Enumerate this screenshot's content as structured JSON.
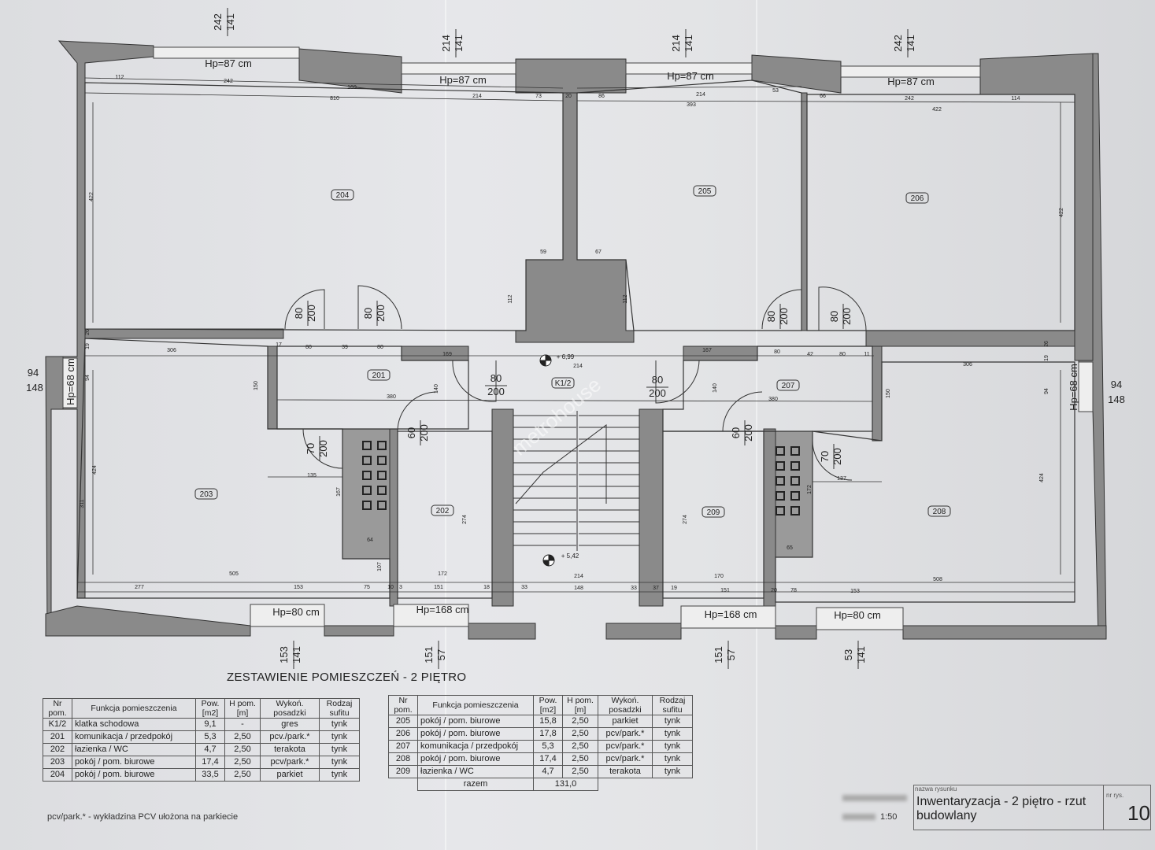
{
  "plan": {
    "rooms": [
      {
        "id": "204",
        "label": "204"
      },
      {
        "id": "205",
        "label": "205"
      },
      {
        "id": "206",
        "label": "206"
      },
      {
        "id": "203",
        "label": "203"
      },
      {
        "id": "202",
        "label": "202"
      },
      {
        "id": "201",
        "label": "201"
      },
      {
        "id": "K1/2",
        "label": "K1/2"
      },
      {
        "id": "207",
        "label": "207"
      },
      {
        "id": "209",
        "label": "209"
      },
      {
        "id": "208",
        "label": "208"
      }
    ],
    "window_labels": {
      "top_1": "Hp=87 cm",
      "top_2": "Hp=87 cm",
      "top_3": "Hp=87 cm",
      "top_4": "Hp=87 cm",
      "bottom_1": "Hp=80 cm",
      "bottom_2": "Hp=168 cm",
      "bottom_3": "Hp=168 cm",
      "bottom_4": "Hp=80 cm",
      "left": "Hp=68 cm",
      "right": "Hp=68 cm"
    },
    "window_fractions": {
      "top_1": [
        "242",
        "141"
      ],
      "top_2": [
        "214",
        "141"
      ],
      "top_3": [
        "214",
        "141"
      ],
      "top_4": [
        "242",
        "141"
      ],
      "bottom_1": [
        "153",
        "141"
      ],
      "bottom_2": [
        "151",
        "57"
      ],
      "bottom_3": [
        "151",
        "57"
      ],
      "bottom_4": [
        "53",
        "141"
      ],
      "left": [
        "94",
        "148"
      ],
      "right": [
        "94",
        "148"
      ]
    },
    "doors": {
      "d1": [
        "80",
        "200"
      ],
      "d2": [
        "80",
        "200"
      ],
      "d3": [
        "80",
        "200"
      ],
      "d4": [
        "80",
        "200"
      ],
      "d5": [
        "80",
        "200"
      ],
      "d6": [
        "80",
        "200"
      ],
      "d7": [
        "60",
        "200"
      ],
      "d8": [
        "60",
        "200"
      ],
      "d9": [
        "70",
        "200"
      ],
      "d10": [
        "70",
        "200"
      ]
    },
    "levels": {
      "upper": "+ 6,99",
      "lower": "+ 5,42"
    },
    "dimensions": {
      "t1": "112",
      "t2": "242",
      "t3": "169",
      "t4": "810",
      "t5": "214",
      "t6": "73",
      "t7": "20",
      "t8": "86",
      "t9": "214",
      "t10": "393",
      "t11": "53",
      "t12": "66",
      "t13": "242",
      "t14": "114",
      "t15": "422",
      "v204": "422",
      "v206": "422",
      "c59": "59",
      "c67": "67",
      "c112a": "112",
      "c112b": "112",
      "h306a": "306",
      "h306b": "306",
      "h17": "17",
      "h80a": "80",
      "h39": "39",
      "h80b": "80",
      "h169": "169",
      "h214": "214",
      "h167": "167",
      "h80c": "80",
      "h42": "42",
      "h80d": "80",
      "h11": "11",
      "h380a": "380",
      "h380b": "380",
      "v150a": "150",
      "v150b": "150",
      "v140a": "140",
      "v140b": "140",
      "h135": "135",
      "h137": "137",
      "v167": "167",
      "v172": "172",
      "h64": "64",
      "h65": "65",
      "v107": "107",
      "v424a": "424",
      "v424b": "424",
      "v311": "311",
      "v274a": "274",
      "v274b": "274",
      "h505": "505",
      "h172": "172",
      "h214b": "214",
      "h170": "170",
      "h508": "508",
      "b277": "277",
      "b153": "153",
      "b75": "75",
      "b10": "10",
      "b3": "3",
      "b151a": "151",
      "b18": "18",
      "b33a": "33",
      "b148": "148",
      "b33b": "33",
      "b37": "37",
      "b19": "19",
      "b151b": "151",
      "b78": "78",
      "b153b": "153",
      "b20": "20",
      "v26a": "26",
      "v19a": "19",
      "v94a": "94",
      "v26b": "26",
      "v19b": "19",
      "v94b": "94"
    }
  },
  "table_title": "ZESTAWIENIE POMIESZCZEŃ - 2 PIĘTRO",
  "table_headers": {
    "nr": "Nr pom.",
    "funkcja": "Funkcja pomieszczenia",
    "pow": "Pow. [m2]",
    "h": "H pom. [m]",
    "wykon": "Wykoń. posadzki",
    "rodzaj": "Rodzaj sufitu"
  },
  "table_left": [
    {
      "nr": "K1/2",
      "funkcja": "klatka schodowa",
      "pow": "9,1",
      "h": "-",
      "wykon": "gres",
      "rodzaj": "tynk"
    },
    {
      "nr": "201",
      "funkcja": "komunikacja / przedpokój",
      "pow": "5,3",
      "h": "2,50",
      "wykon": "pcv./park.*",
      "rodzaj": "tynk"
    },
    {
      "nr": "202",
      "funkcja": "łazienka / WC",
      "pow": "4,7",
      "h": "2,50",
      "wykon": "terakota",
      "rodzaj": "tynk"
    },
    {
      "nr": "203",
      "funkcja": "pokój / pom. biurowe",
      "pow": "17,4",
      "h": "2,50",
      "wykon": "pcv/park.*",
      "rodzaj": "tynk"
    },
    {
      "nr": "204",
      "funkcja": "pokój / pom. biurowe",
      "pow": "33,5",
      "h": "2,50",
      "wykon": "parkiet",
      "rodzaj": "tynk"
    }
  ],
  "table_right": [
    {
      "nr": "205",
      "funkcja": "pokój / pom. biurowe",
      "pow": "15,8",
      "h": "2,50",
      "wykon": "parkiet",
      "rodzaj": "tynk"
    },
    {
      "nr": "206",
      "funkcja": "pokój / pom. biurowe",
      "pow": "17,8",
      "h": "2,50",
      "wykon": "pcv/park.*",
      "rodzaj": "tynk"
    },
    {
      "nr": "207",
      "funkcja": "komunikacja / przedpokój",
      "pow": "5,3",
      "h": "2,50",
      "wykon": "pcv/park.*",
      "rodzaj": "tynk"
    },
    {
      "nr": "208",
      "funkcja": "pokój / pom. biurowe",
      "pow": "17,4",
      "h": "2,50",
      "wykon": "pcv/park.*",
      "rodzaj": "tynk"
    },
    {
      "nr": "209",
      "funkcja": "łazienka / WC",
      "pow": "4,7",
      "h": "2,50",
      "wykon": "terakota",
      "rodzaj": "tynk"
    }
  ],
  "total": {
    "label": "razem",
    "value": "131,0"
  },
  "footnote": "pcv/park.* - wykładzina PCV ułożona na parkiecie",
  "title_block": {
    "name_caption": "nazwa rysunku",
    "name": "Inwentaryzacja - 2 piętro - rzut budowlany",
    "scale": "1:50",
    "number_caption": "nr rys.",
    "number": "10"
  },
  "watermark": "metrohouse",
  "colors": {
    "wall": "#858585",
    "line": "#333333",
    "paper": "#e3e4e6"
  }
}
